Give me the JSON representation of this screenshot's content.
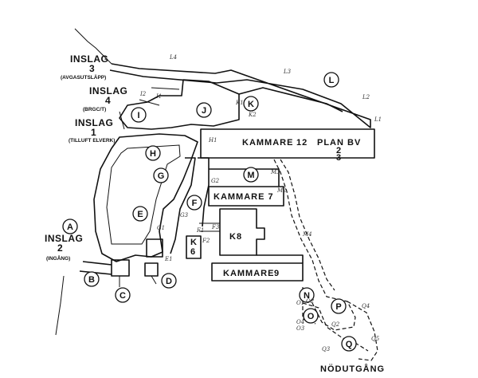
{
  "inslag": [
    {
      "title": "INSLAG",
      "number": "3",
      "sub": "(AVGASUTSLÄPP)"
    },
    {
      "title": "INSLAG",
      "number": "4",
      "sub": "(BRGC/T)"
    },
    {
      "title": "INSLAG",
      "number": "1",
      "sub": "(TILLUFT ELVERK)"
    },
    {
      "title": "INSLAG",
      "number": "2",
      "sub": "(INGÅNG)"
    }
  ],
  "rooms": {
    "k12": [
      "KAMMARE",
      "12",
      "PLAN BV",
      "2",
      "3"
    ],
    "k7": "KAMMARE 7",
    "k8": "K8",
    "k6": [
      "K",
      "6"
    ],
    "k9": [
      "KAMMARE",
      "9"
    ]
  },
  "circles": [
    "A",
    "B",
    "C",
    "D",
    "E",
    "F",
    "G",
    "H",
    "I",
    "J",
    "K",
    "L",
    "M",
    "N",
    "O",
    "P",
    "Q"
  ],
  "points": [
    "L4",
    "L3",
    "L2",
    "L1",
    "I1",
    "I2",
    "K1",
    "K2",
    "H1",
    "M3",
    "M2",
    "M4",
    "G1",
    "G2",
    "G3",
    "F1",
    "F2",
    "F3",
    "E1",
    "O1",
    "O2",
    "O3",
    "O4",
    "Q2",
    "Q3",
    "Q4",
    "Q5"
  ],
  "exit_label": "NÖDUTGÅNG"
}
